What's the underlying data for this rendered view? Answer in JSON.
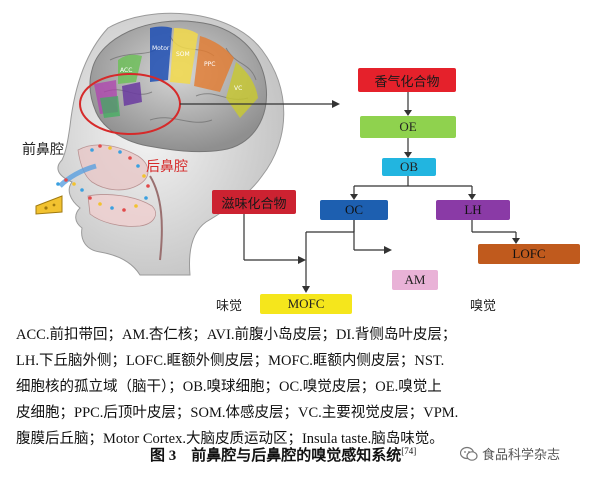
{
  "colors": {
    "aroma": "#e5212b",
    "oe": "#8fd24e",
    "ob": "#22b5e0",
    "oc": "#1d5fb0",
    "lh": "#8a3aa6",
    "lofc": "#c05a1d",
    "am": "#e9b2d7",
    "mofc": "#f5e61c",
    "taste": "#cc2231",
    "arrow": "#333333"
  },
  "diagram": {
    "head_labels": {
      "orthonasal": "前鼻腔",
      "retronasal": "后鼻腔"
    },
    "nodes": {
      "aroma": "香气化合物",
      "oe": "OE",
      "ob": "OB",
      "oc": "OC",
      "lh": "LH",
      "lofc": "LOFC",
      "am": "AM",
      "taste": "滋味化合物",
      "mofc": "MOFC"
    },
    "side_labels": {
      "taste_sense": "味觉",
      "smell_sense": "嗅觉"
    }
  },
  "legend": {
    "lines": [
      "ACC.前扣带回；AM.杏仁核；AVI.前腹小岛皮层；DI.背侧岛叶皮层；",
      "LH.下丘脑外侧；LOFC.眶额外侧皮层；MOFC.眶额内侧皮层；NST.",
      "细胞核的孤立域（脑干）；OB.嗅球细胞；OC.嗅觉皮层；OE.嗅觉上",
      "皮细胞；PPC.后顶叶皮层；SOM.体感皮层；VC.主要视觉皮层；VPM.",
      "腹膜后丘脑；Motor Cortex.大脑皮质运动区；Insula taste.脑岛味觉。"
    ]
  },
  "caption": {
    "text": "图 3　前鼻腔与后鼻腔的嗅觉感知系统",
    "ref": "[74]"
  },
  "watermark": {
    "text": "食品科学杂志"
  }
}
